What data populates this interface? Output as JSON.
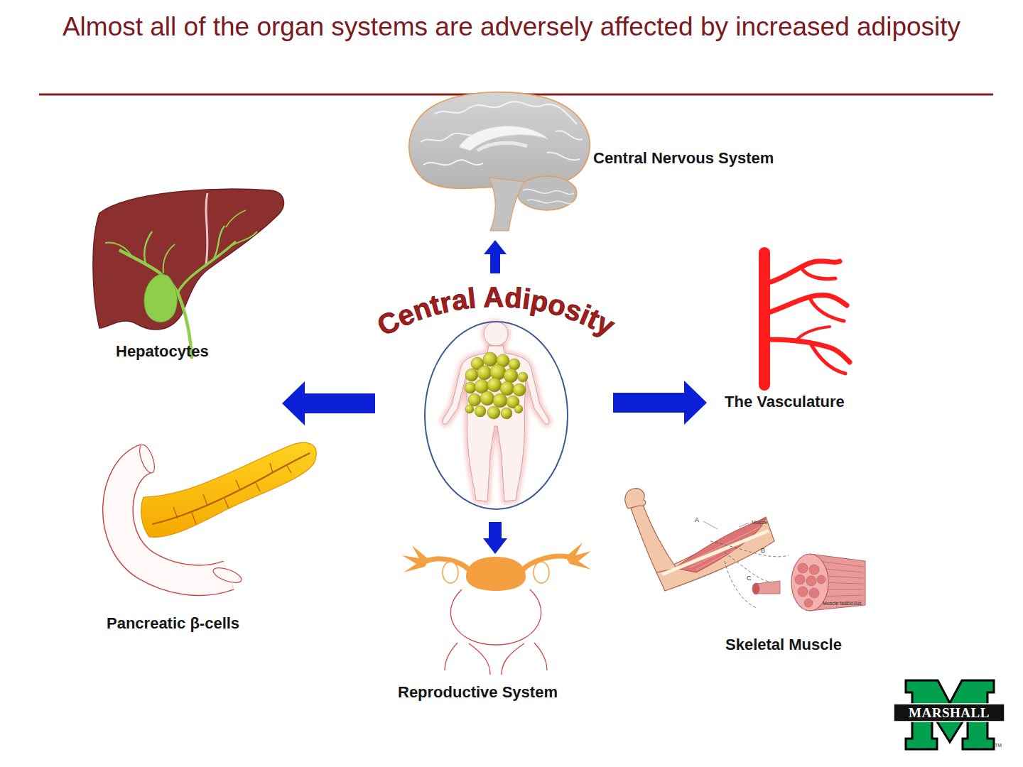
{
  "diagram": {
    "title": "Almost all of the organ systems are adversely affected by increased adiposity",
    "nodes": [
      {
        "text": [
          "Central Nervous System"
        ]
      },
      {
        "text": [
          "Hepatocytes"
        ]
      },
      {
        "text": [
          "Central Adiposity"
        ]
      },
      {
        "text": [
          "The Vasculature"
        ]
      },
      {
        "text": [
          "Pancreatic β-cells"
        ]
      },
      {
        "text": [
          "Reproductive System"
        ]
      },
      {
        "text": [
          "Skeletal Muscle"
        ]
      }
    ],
    "edges": [
      {
        "from": 2,
        "to": 0,
        "arrow": "to"
      },
      {
        "from": 2,
        "to": 1,
        "arrow": "to"
      },
      {
        "from": 2,
        "to": 3,
        "arrow": "to"
      },
      {
        "from": 2,
        "to": 5,
        "arrow": "to"
      }
    ],
    "labels": [
      "A",
      "Muscle",
      "B",
      "C",
      "Muscle fasciculus",
      "MARSHALL",
      "TM"
    ]
  }
}
